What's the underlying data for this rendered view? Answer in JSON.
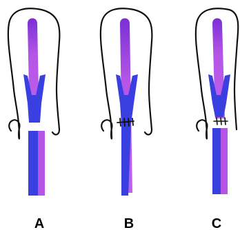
{
  "figure": {
    "panels": [
      {
        "label": "A",
        "state": "ends-separated"
      },
      {
        "label": "B",
        "state": "ends-sutured"
      },
      {
        "label": "C",
        "state": "partial-closure"
      }
    ]
  },
  "colors": {
    "background": "#ffffff",
    "outline": "#111111",
    "inner_tube": "#b455e6",
    "inner_tube_top": "#7a2fd6",
    "outer_tube": "#3a3fe0",
    "outer_tube_dark": "#2a2fb8",
    "suture": "#111111",
    "label": "#000000"
  }
}
